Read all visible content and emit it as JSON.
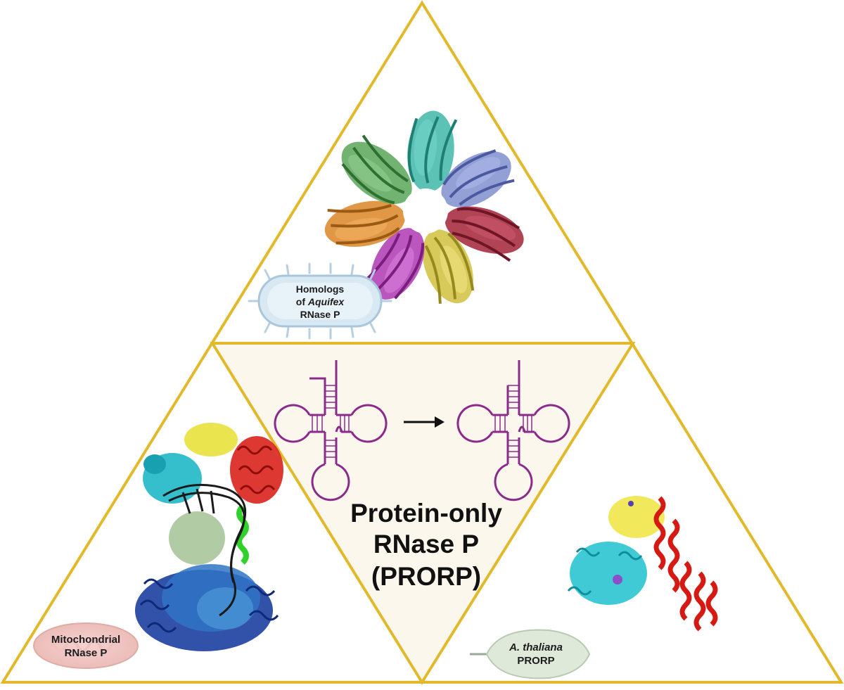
{
  "figure": {
    "center_title": {
      "line1": "Protein-only",
      "line2": "RNase P",
      "line3": "(PRORP)"
    },
    "top_panel": {
      "label_line1": "Homologs",
      "label_line2_prefix": "of ",
      "label_line2_italic": "Aquifex",
      "label_line3": "RNase P",
      "ring_colors": [
        "#3fb7a9",
        "#7f8fcf",
        "#a52a3e",
        "#d1c243",
        "#b13fb5",
        "#dc8a2d",
        "#5ea85f"
      ]
    },
    "left_panel": {
      "label_line1": "Mitochondrial",
      "label_line2": "RNase P"
    },
    "right_panel": {
      "label_line1": "A. thaliana",
      "label_line2": "PRORP"
    },
    "colors": {
      "triangle_border": "#e2b92a",
      "center_fill": "#fbf7ec",
      "trna": "#8c2a8c",
      "arrow": "#111111"
    }
  }
}
